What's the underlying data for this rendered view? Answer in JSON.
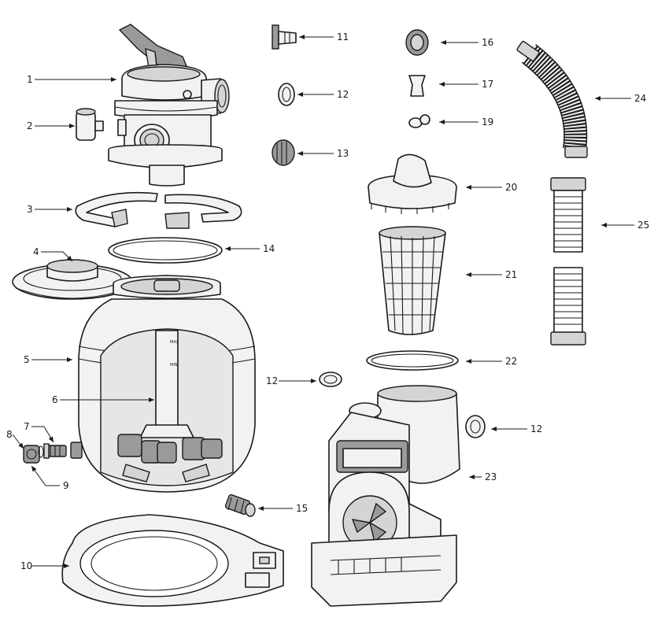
{
  "callouts": [
    {
      "id": "1",
      "text": "1"
    },
    {
      "id": "2",
      "text": "2"
    },
    {
      "id": "3",
      "text": "3"
    },
    {
      "id": "4",
      "text": "4"
    },
    {
      "id": "5",
      "text": "5"
    },
    {
      "id": "6",
      "text": "6"
    },
    {
      "id": "7",
      "text": "7"
    },
    {
      "id": "8",
      "text": "8"
    },
    {
      "id": "9",
      "text": "9"
    },
    {
      "id": "10",
      "text": "10"
    },
    {
      "id": "11",
      "text": "11"
    },
    {
      "id": "12a",
      "text": "12"
    },
    {
      "id": "13",
      "text": "13"
    },
    {
      "id": "14",
      "text": "14"
    },
    {
      "id": "12b",
      "text": "12"
    },
    {
      "id": "15",
      "text": "15"
    },
    {
      "id": "16",
      "text": "16"
    },
    {
      "id": "17",
      "text": "17"
    },
    {
      "id": "19",
      "text": "19"
    },
    {
      "id": "20",
      "text": "20"
    },
    {
      "id": "21",
      "text": "21"
    },
    {
      "id": "22",
      "text": "22"
    },
    {
      "id": "12c",
      "text": "12"
    },
    {
      "id": "23",
      "text": "23"
    },
    {
      "id": "24",
      "text": "24"
    },
    {
      "id": "25",
      "text": "25"
    }
  ],
  "pipe_markings": {
    "max": "MAX",
    "min": "MIN"
  }
}
